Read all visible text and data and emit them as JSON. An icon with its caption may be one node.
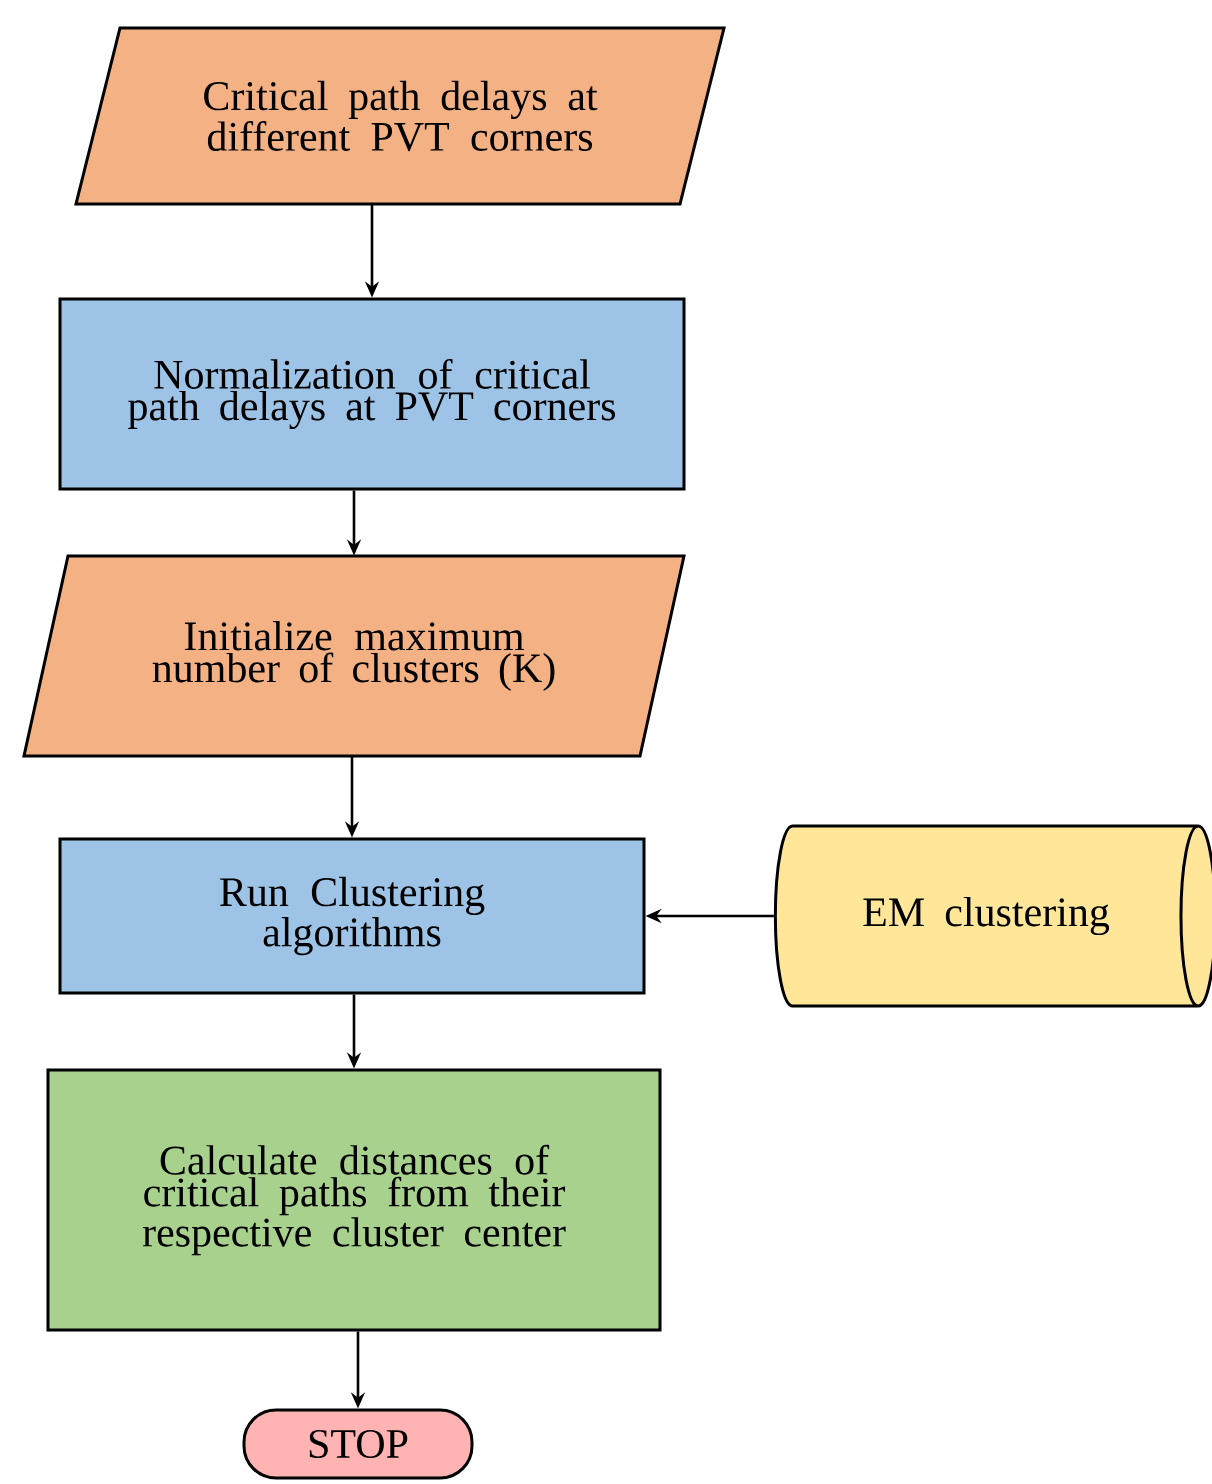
{
  "diagram": {
    "nodes": [
      {
        "text": [
          "Critical path delays at different PVT corners"
        ]
      },
      {
        "text": [
          "Normalization of critical path delays at PVT corners"
        ]
      },
      {
        "text": [
          "Initialize maximum number of clusters (K)"
        ]
      },
      {
        "text": [
          "Run Clustering algorithms"
        ]
      },
      {
        "text": [
          "EM clustering"
        ]
      },
      {
        "text": [
          "Calculate distances of critical paths from their respective cluster center"
        ]
      },
      {
        "text": [
          "STOP"
        ]
      }
    ],
    "edges": [
      {
        "from": 0,
        "to": 1,
        "arrow": "to"
      },
      {
        "from": 1,
        "to": 2,
        "arrow": "to"
      },
      {
        "from": 2,
        "to": 3,
        "arrow": "to"
      },
      {
        "from": 4,
        "to": 3,
        "arrow": "to"
      },
      {
        "from": 3,
        "to": 5,
        "arrow": "to"
      },
      {
        "from": 5,
        "to": 6,
        "arrow": "to"
      }
    ]
  }
}
